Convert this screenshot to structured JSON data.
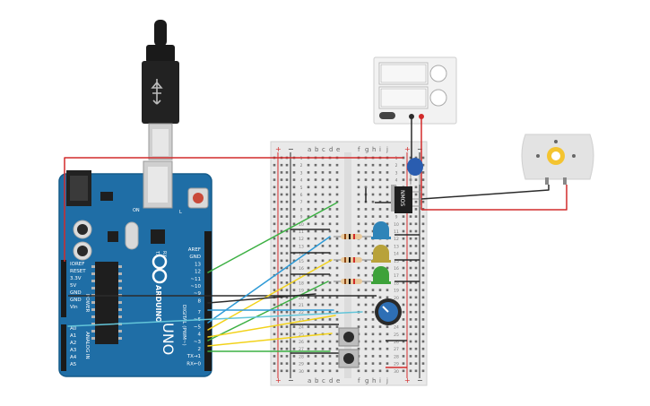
{
  "arduino": {
    "brand": "ARDUINO",
    "model": "UNO",
    "pin_labels_top": [
      "AREF",
      "GND",
      "13",
      "12",
      "~11",
      "~10",
      "~9",
      "8"
    ],
    "pin_labels_bottom": [
      "7",
      "~6",
      "~5",
      "4",
      "~3",
      "2",
      "TX→1",
      "RX←0"
    ],
    "digital_label": "DIGITAL (PWM~)",
    "power_label": "POWER",
    "analog_label": "ANALOG IN",
    "power_pins": [
      "IOREF",
      "RESET",
      "3.3V",
      "5V",
      "GND",
      "GND",
      "Vin"
    ],
    "analog_pins": [
      "A0",
      "A1",
      "A2",
      "A3",
      "A4",
      "A5"
    ],
    "tx_label": "TX",
    "rx_label": "RX",
    "l_label": "L",
    "on_label": "ON"
  },
  "breadboard": {
    "col_letters_left": [
      "a",
      "b",
      "c",
      "d",
      "e"
    ],
    "col_letters_right": [
      "f",
      "g",
      "h",
      "i",
      "j"
    ],
    "rail_plus": "+",
    "rail_minus": "−",
    "row_numbers": [
      "1",
      "2",
      "3",
      "4",
      "5",
      "6",
      "7",
      "8",
      "9",
      "10",
      "11",
      "12",
      "13",
      "14",
      "15",
      "16",
      "17",
      "18",
      "19",
      "20",
      "21",
      "22",
      "23",
      "24",
      "25",
      "26",
      "27",
      "28",
      "29",
      "30"
    ]
  },
  "transistor": {
    "label": "NMOS"
  },
  "colors": {
    "board_blue": "#1f6ea6",
    "wire_red": "#d22b2b",
    "wire_black": "#2b2b2b",
    "wire_green": "#3cb043",
    "wire_blue": "#2e9ad6",
    "wire_yellow": "#f2d21a",
    "wire_cyan": "#63c5d9",
    "led_blue": "#2f84b8",
    "led_yellow": "#b8a23a",
    "led_green": "#3da23a"
  },
  "icons": {
    "usb": "usb-cable-icon",
    "motor": "dc-motor-icon",
    "power_supply": "power-supply-icon",
    "potentiometer": "potentiometer-icon"
  }
}
